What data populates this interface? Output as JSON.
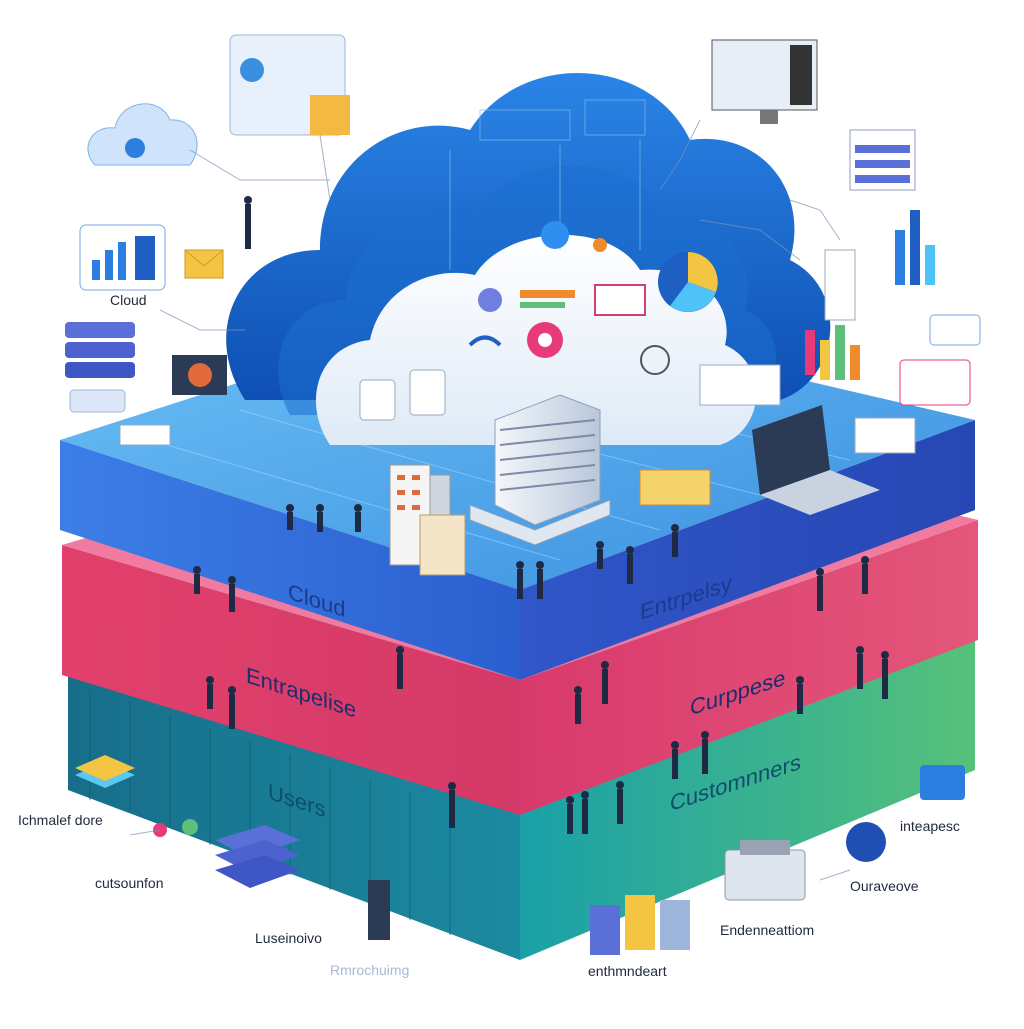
{
  "layers": {
    "top_left": "Cloud",
    "top_right": "Entrpelsy",
    "pink_left": "Entrapelise",
    "pink_right": "Curppese",
    "teal_left": "Users",
    "teal_right": "Customnners"
  },
  "labels": {
    "cloud_tag": "Cloud",
    "left_1": "Ichmalef dore",
    "left_2": "cutsounfon",
    "left_3": "Luseinoivo",
    "bottom_faint": "Rmrochuimg",
    "bottom_center": "enthmndeart",
    "right_1": "inteapesc",
    "right_2": "Ouraveove",
    "right_3": "Endenneattiom"
  },
  "colors": {
    "top_slab": "#3a8fe0",
    "pink_slab": "#e0507a",
    "teal_slab": "#1a7f96",
    "cloud_blue": "#1f6fd6",
    "accent_green": "#5cc07a"
  }
}
